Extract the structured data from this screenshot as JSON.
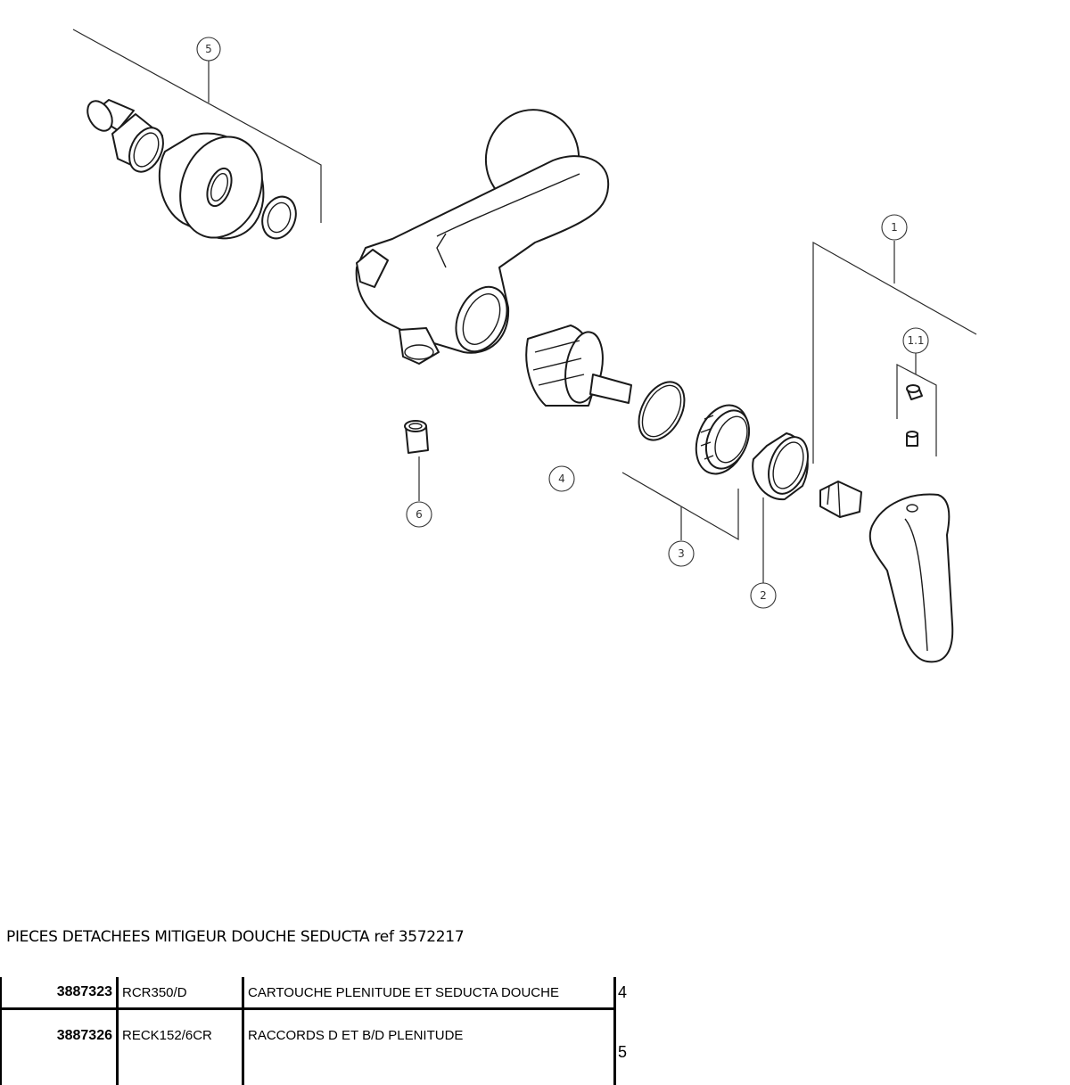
{
  "callouts": {
    "c5": "5",
    "c1": "1",
    "c11": "1.1",
    "c4": "4",
    "c6": "6",
    "c3": "3",
    "c2": "2"
  },
  "title": "PIECES DETACHEES MITIGEUR DOUCHE SEDUCTA ref 3572217",
  "parts": [
    {
      "ref": "3887323",
      "code": "RCR350/D",
      "description": "CARTOUCHE  PLENITUDE ET SEDUCTA DOUCHE",
      "item": "4"
    },
    {
      "ref": "3887326",
      "code": "RECK152/6CR",
      "description": "RACCORDS D ET  B/D PLENITUDE",
      "item": "5"
    }
  ]
}
